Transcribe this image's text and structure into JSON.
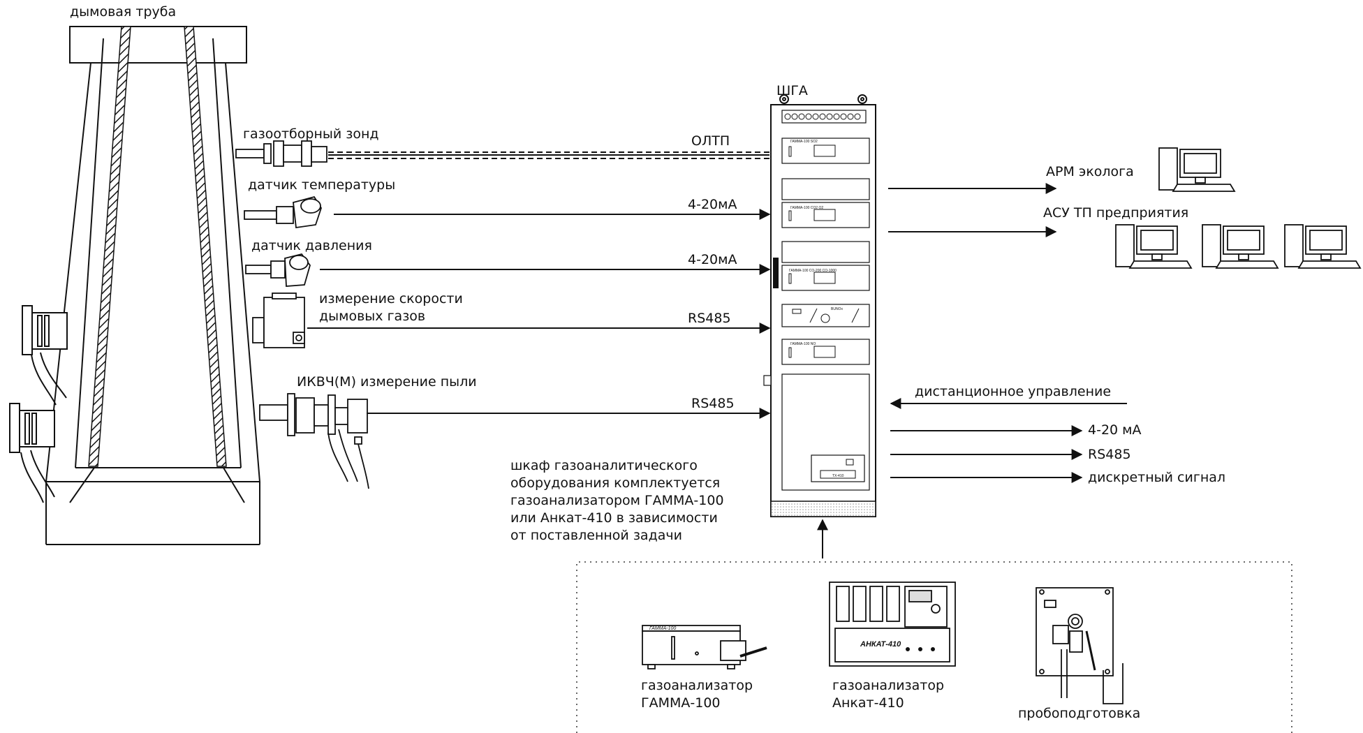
{
  "chimney": {
    "label": "дымовая труба"
  },
  "sensors": {
    "probe": "газоотборный зонд",
    "temperature": "датчик температуры",
    "pressure": "датчик давления",
    "flow_speed": [
      "измерение скорости",
      "дымовых газов"
    ],
    "dust": "ИКВЧ(М) измерение пыли"
  },
  "signals": {
    "probe_line": "ОЛТП",
    "temperature_line": "4-20мА",
    "pressure_line": "4-20мА",
    "flow_line": "RS485",
    "dust_line": "RS485"
  },
  "cabinet": {
    "title": "ШГА",
    "modules": [
      "ГАММА-100 SO2",
      "ГАММА-100 CO2  O2",
      "ГАММА-100 CO-200  CO-1000",
      "BUNOx",
      "ГАММА-100 NO",
      "TX-410"
    ]
  },
  "outputs": {
    "workstation_eco": "АРМ эколога",
    "acs": "АСУ ТП предприятия",
    "remote_control": "дистанционное управление",
    "out_analog": "4-20 мА",
    "out_rs485": "RS485",
    "out_discrete": "дискретный сигнал"
  },
  "note": [
    "шкаф газоаналитического",
    "оборудования комплектуется",
    "газоанализатором ГАММА-100",
    "или Анкат-410 в зависимости",
    "от поставленной задачи"
  ],
  "equipment": {
    "gamma": {
      "caption": [
        "газоанализатор",
        "ГАММА-100"
      ],
      "panel_text": "ГАММА-100"
    },
    "ankat": {
      "caption": [
        "газоанализатор",
        "Анкат-410"
      ],
      "panel_text": "АНКАТ-410"
    },
    "sample_prep": {
      "caption": "пробоподготовка"
    }
  }
}
